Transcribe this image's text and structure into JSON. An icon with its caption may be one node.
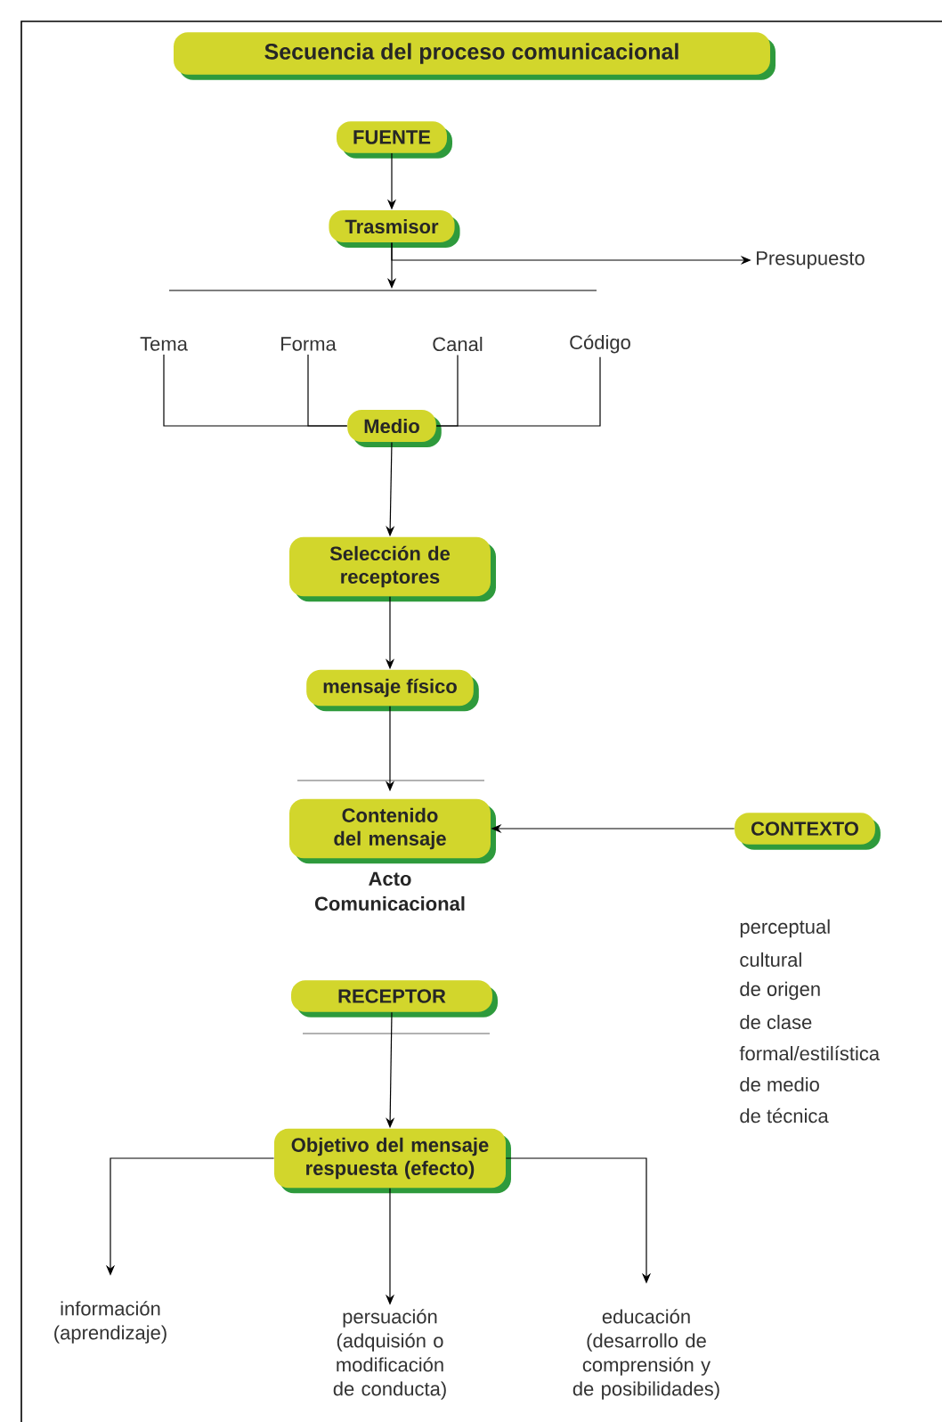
{
  "diagram": {
    "title": "Secuencia del proceso comunicacional",
    "nodes": [
      {
        "text": [
          "FUENTE"
        ]
      },
      {
        "text": [
          "Trasmisor"
        ]
      },
      {
        "text": [
          "Presupuesto"
        ]
      },
      {
        "text": [
          "Tema"
        ]
      },
      {
        "text": [
          "Forma"
        ]
      },
      {
        "text": [
          "Canal"
        ]
      },
      {
        "text": [
          "Código"
        ]
      },
      {
        "text": [
          "Medio"
        ]
      },
      {
        "text": [
          "Selección de receptores"
        ]
      },
      {
        "text": [
          "mensaje físico"
        ]
      },
      {
        "text": [
          "Contenido del mensaje"
        ],
        "beside": [
          "Acto Comunicacional"
        ]
      },
      {
        "text": [
          "CONTEXTO"
        ]
      },
      {
        "text": [
          "RECEPTOR"
        ]
      },
      {
        "text": [
          "Objetivo del mensaje respuesta (efecto)"
        ]
      },
      {
        "text": [
          "información (aprendizaje)"
        ]
      },
      {
        "text": [
          "persuación (adquisión o modificación de conducta)"
        ]
      },
      {
        "text": [
          "educación (desarrollo de comprensión y de posibilidades)"
        ]
      }
    ],
    "edges": [
      {
        "from": 0,
        "to": 1,
        "arrow": "to"
      },
      {
        "from": 1,
        "to": 2,
        "arrow": "to"
      },
      {
        "from": 1,
        "to": null,
        "arrow": "to"
      },
      {
        "from": 3,
        "to": 7,
        "arrow": "none"
      },
      {
        "from": 4,
        "to": 7,
        "arrow": "none"
      },
      {
        "from": 5,
        "to": 7,
        "arrow": "none"
      },
      {
        "from": 6,
        "to": 7,
        "arrow": "none"
      },
      {
        "from": 7,
        "to": 8,
        "arrow": "to"
      },
      {
        "from": 8,
        "to": 9,
        "arrow": "to"
      },
      {
        "from": 9,
        "to": 10,
        "arrow": "to"
      },
      {
        "from": 11,
        "to": 10,
        "arrow": "to"
      },
      {
        "from": 12,
        "to": 13,
        "arrow": "to"
      },
      {
        "from": 13,
        "to": 14,
        "arrow": "to"
      },
      {
        "from": 13,
        "to": 15,
        "arrow": "to"
      },
      {
        "from": 13,
        "to": 16,
        "arrow": "to"
      }
    ],
    "labels": [
      "perceptual",
      "cultural",
      "de origen",
      "de clase",
      "formal/estilística",
      "de medio",
      "de técnica"
    ]
  }
}
